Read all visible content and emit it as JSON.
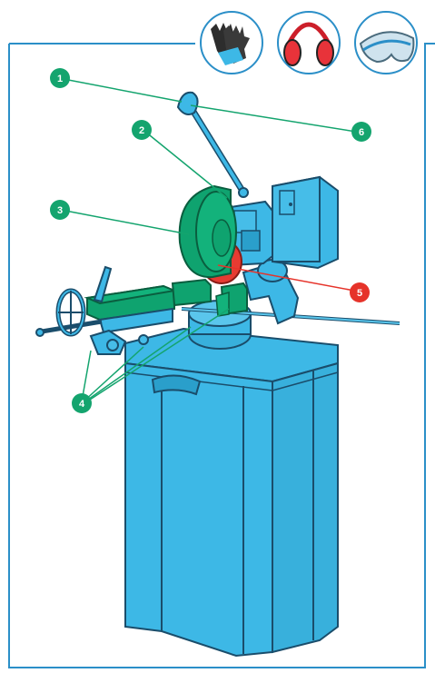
{
  "colors": {
    "frame": "#2b8fc8",
    "machine_body": "#3db8e6",
    "machine_outline": "#1a4d6b",
    "vise_green": "#0fa36f",
    "blade_red": "#e63b32",
    "callout_green": "#14a46e",
    "callout_red": "#e6332a"
  },
  "ppe_icons": [
    {
      "name": "gloves-icon"
    },
    {
      "name": "ear-protection-icon"
    },
    {
      "name": "safety-goggles-icon"
    }
  ],
  "callouts": [
    {
      "id": "callout-1",
      "label": "1",
      "color": "green"
    },
    {
      "id": "callout-2",
      "label": "2",
      "color": "green"
    },
    {
      "id": "callout-3",
      "label": "3",
      "color": "green"
    },
    {
      "id": "callout-4",
      "label": "4",
      "color": "green"
    },
    {
      "id": "callout-5",
      "label": "5",
      "color": "red"
    },
    {
      "id": "callout-6",
      "label": "6",
      "color": "green"
    }
  ]
}
